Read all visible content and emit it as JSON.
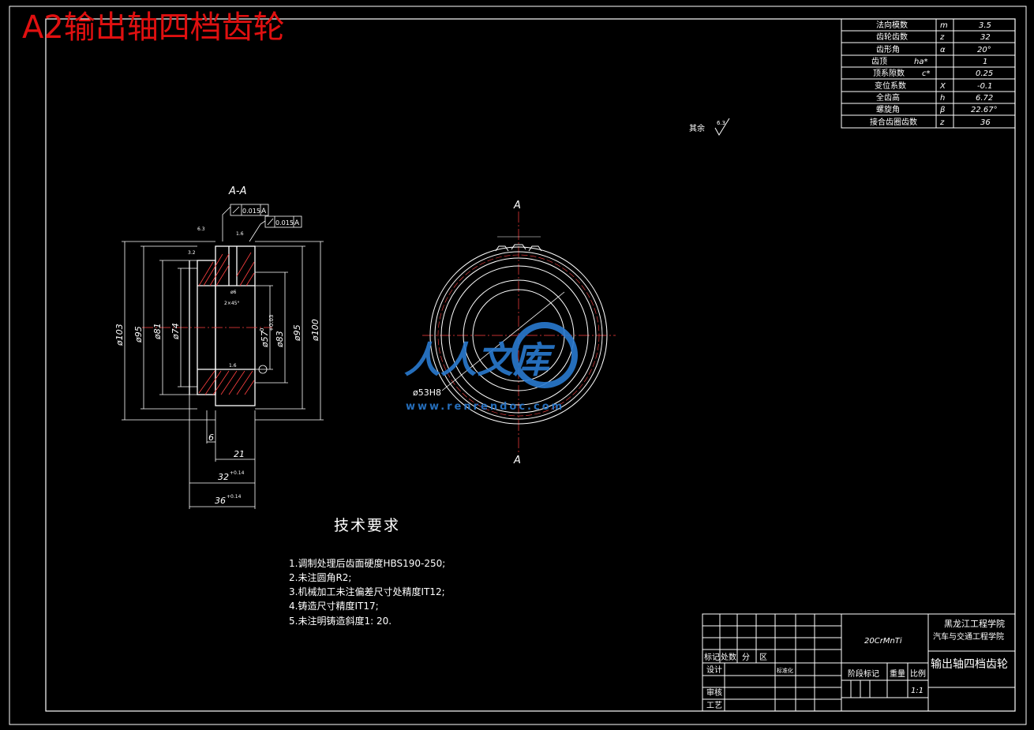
{
  "header": {
    "title": "A2输出轴四档齿轮"
  },
  "gear_params": [
    {
      "name": "法向模数",
      "symbol": "m",
      "value": "3.5"
    },
    {
      "name": "齿轮齿数",
      "symbol": "z",
      "value": "32"
    },
    {
      "name": "齿形角",
      "symbol": "α",
      "value": "20°"
    },
    {
      "name": "齿顶",
      "symbol": "ha*",
      "value": "1"
    },
    {
      "name": "顶系隙数",
      "symbol": "c*",
      "value": "0.25"
    },
    {
      "name": "变位系数",
      "symbol": "X",
      "value": "-0.1"
    },
    {
      "name": "全齿高",
      "symbol": "h",
      "value": "6.72"
    },
    {
      "name": "螺旋角",
      "symbol": "β",
      "value": "22.67°"
    },
    {
      "name": "接合齿圈齿数",
      "symbol": "z",
      "value": "36"
    }
  ],
  "roughness_note": {
    "label": "其余",
    "value": "6.3"
  },
  "section_view": {
    "label": "A-A",
    "tolerance_1": "0.015",
    "tolerance_2": "0.015",
    "datum": "A",
    "dims_vertical": [
      "ø103",
      "ø95",
      "ø81",
      "ø74",
      "ø57",
      "ø83",
      "ø95",
      "ø100"
    ],
    "tol_57": "+0.03",
    "tol_57b": "0",
    "dims_horizontal": [
      "6",
      "21",
      "32",
      "36"
    ],
    "tol_32": "+0.14",
    "tol_36": "+0.14",
    "small_notes": [
      "ø6",
      "2×45°",
      "6.3",
      "3.2",
      "1.6",
      "1.6"
    ]
  },
  "front_view": {
    "section_letter_top": "A",
    "section_letter_bottom": "A",
    "bore_label": "ø53H8"
  },
  "watermark": {
    "text": "人人文库",
    "url": "www.renrendoc.com"
  },
  "tech_requirements": {
    "title": "技术要求",
    "items": [
      "1.调制处理后齿面硬度HBS190-250;",
      "2.未注圆角R2;",
      "3.机械加工未注偏差尺寸处精度IT12;",
      "4.铸造尺寸精度IT17;",
      "5.未注明铸造斜度1: 20."
    ]
  },
  "title_block": {
    "material": "20CrMnTi",
    "school_line1": "黑龙江工程学院",
    "school_line2": "汽车与交通工程学院",
    "drawing_name": "输出轴四档齿轮",
    "row_mark": "标记",
    "row_count": "处数",
    "row_zone": "分",
    "row_area": "区",
    "design": "设计",
    "standardize": "标准化",
    "stage_mark": "阶段标记",
    "weight": "重量",
    "scale_label": "比例",
    "scale": "1:1",
    "review": "审核",
    "process": "工艺"
  }
}
